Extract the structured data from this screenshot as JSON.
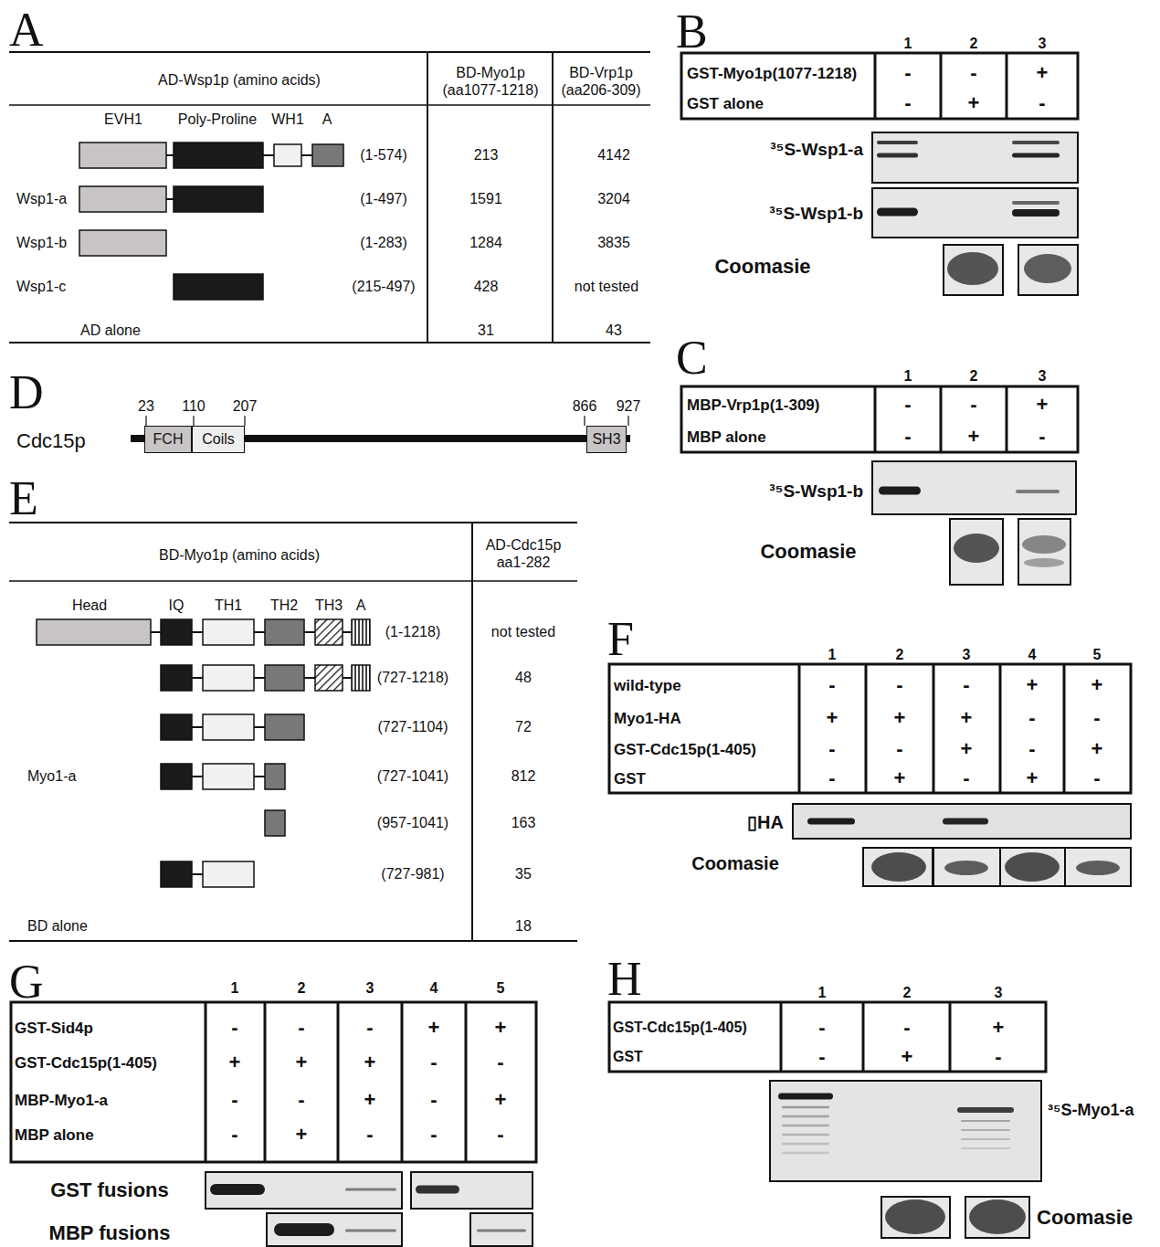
{
  "diagram": {
    "nodes": [
      {
        "text": [
          "FCH"
        ]
      },
      {
        "text": [
          "Coils"
        ]
      },
      {
        "text": [
          "SH3"
        ]
      }
    ],
    "labels": [
      "A",
      "AD-Wsp1p (amino acids)",
      "BD-Myo1p",
      "(aa1077-1218)",
      "BD-Vrp1p",
      "(aa206-309)",
      "EVH1",
      "Poly-Proline",
      "WH1",
      "A",
      "(1-574)",
      "213",
      "4142",
      "Wsp1-a",
      "(1-497)",
      "1591",
      "3204",
      "Wsp1-b",
      "(1-283)",
      "1284",
      "3835",
      "Wsp1-c",
      "(215-497)",
      "428",
      "not tested",
      "AD alone",
      "31",
      "43",
      "B",
      "1",
      "2",
      "3",
      "GST-Myo1p(1077-1218)",
      "-",
      "-",
      "+",
      "GST alone",
      "-",
      "+",
      "-",
      "³⁵S-Wsp1-a",
      "³⁵S-Wsp1-b",
      "Coomasie",
      "C",
      "1",
      "2",
      "3",
      "MBP-Vrp1p(1-309)",
      "-",
      "-",
      "+",
      "MBP alone",
      "-",
      "+",
      "-",
      "³⁵S-Wsp1-b",
      "Coomasie",
      "D",
      "Cdc15p",
      "23",
      "110",
      "207",
      "866",
      "927",
      "E",
      "BD-Myo1p (amino acids)",
      "AD-Cdc15p",
      "aa1-282",
      "Head",
      "IQ",
      "TH1",
      "TH2",
      "TH3",
      "A",
      "(1-1218)",
      "not tested",
      "(727-1218)",
      "48",
      "(727-1104)",
      "72",
      "Myo1-a",
      "(727-1041)",
      "812",
      "(957-1041)",
      "163",
      "(727-981)",
      "35",
      "BD alone",
      "18",
      "F",
      "1",
      "2",
      "3",
      "4",
      "5",
      "wild-type",
      "-",
      "-",
      "-",
      "+",
      "+",
      "Myo1-HA",
      "+",
      "+",
      "+",
      "-",
      "-",
      "GST-Cdc15p(1-405)",
      "-",
      "-",
      "+",
      "-",
      "+",
      "GST",
      "-",
      "+",
      "-",
      "+",
      "-",
      "▯HA",
      "Coomasie",
      "G",
      "1",
      "2",
      "3",
      "4",
      "5",
      "GST-Sid4p",
      "-",
      "-",
      "-",
      "+",
      "+",
      "GST-Cdc15p(1-405)",
      "+",
      "+",
      "+",
      "-",
      "-",
      "MBP-Myo1-a",
      "-",
      "-",
      "+",
      "-",
      "+",
      "MBP alone",
      "-",
      "+",
      "-",
      "-",
      "-",
      "GST fusions",
      "MBP fusions",
      "H",
      "1",
      "2",
      "3",
      "GST-Cdc15p(1-405)",
      "-",
      "-",
      "+",
      "GST",
      "-",
      "+",
      "-",
      "³⁵S-Myo1-a",
      "Coomasie"
    ]
  }
}
